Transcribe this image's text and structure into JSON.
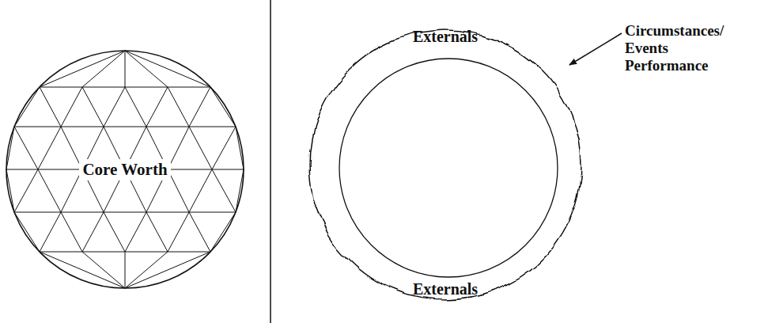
{
  "diagram": {
    "nodes": [
      {
        "text": [
          "Core Worth"
        ]
      },
      {
        "text": [
          "Externals",
          "Externals"
        ]
      }
    ],
    "labels": [
      "Circumstances/ Events Performance"
    ]
  }
}
